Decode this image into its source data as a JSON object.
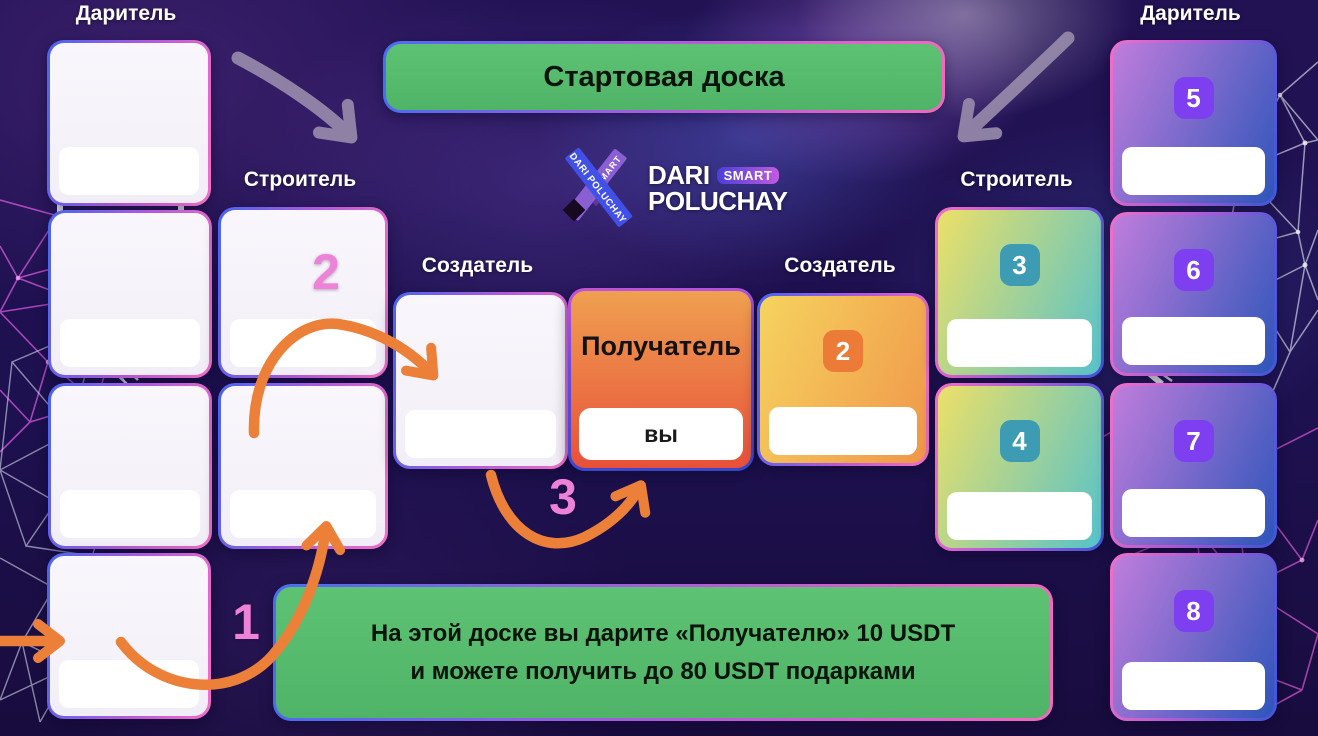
{
  "title_banner": {
    "text": "Стартовая доска"
  },
  "logo": {
    "dari": "DARI",
    "smart_badge": "SMART",
    "poluchay": "POLUCHAY",
    "ribbon_dari_poluchay": "DARI POLUCHAY",
    "ribbon_smart": "SMART"
  },
  "role_labels": {
    "giver_left": "Даритель",
    "builder_left": "Строитель",
    "creator_left": "Создатель",
    "creator_right": "Создатель",
    "builder_right": "Строитель",
    "giver_right": "Даритель"
  },
  "receiver_card": {
    "title": "Получатель",
    "name": "вы"
  },
  "step_markers": {
    "step1": "1",
    "step2": "2",
    "step3": "3"
  },
  "numbered_cards": {
    "creator_right": "2",
    "builder_right_top": "3",
    "builder_right_bottom": "4",
    "giver_right_1": "5",
    "giver_right_2": "6",
    "giver_right_3": "7",
    "giver_right_4": "8"
  },
  "footer_banner": {
    "line1": "На этой доске вы дарите «Получателю» 10 USDT",
    "line2": "и можете получить до 80 USDT подарками"
  },
  "colors": {
    "background": "#1e1150",
    "banner_green": "#57bd6c",
    "banner_border_blue": "#4a6df0",
    "banner_border_pink": "#f06ac0",
    "white_card": "#f6f3f9",
    "receiver_gradient_top": "#efa050",
    "receiver_gradient_bottom": "#e8503a",
    "creator_card_left": "#f6d35f",
    "creator_card_right": "#f0964a",
    "builder_card_left": "#ece068",
    "builder_card_right": "#56c2ca",
    "giver_card_left": "#c07ddc",
    "giver_card_right": "#2e55ba",
    "badge_orange": "#ec7b38",
    "badge_teal": "#3d9cb4",
    "badge_violet": "#7d3ff0",
    "step_number_pink": "#ee82d9",
    "arrow_orange": "#ec8038",
    "arrow_gray": "#9b8fae",
    "network_pink": "#cf56d8",
    "network_white": "#dfe2f0",
    "logo_ribbon_blue": "#4150e6",
    "logo_ribbon_purple": "#8a5fd4"
  }
}
